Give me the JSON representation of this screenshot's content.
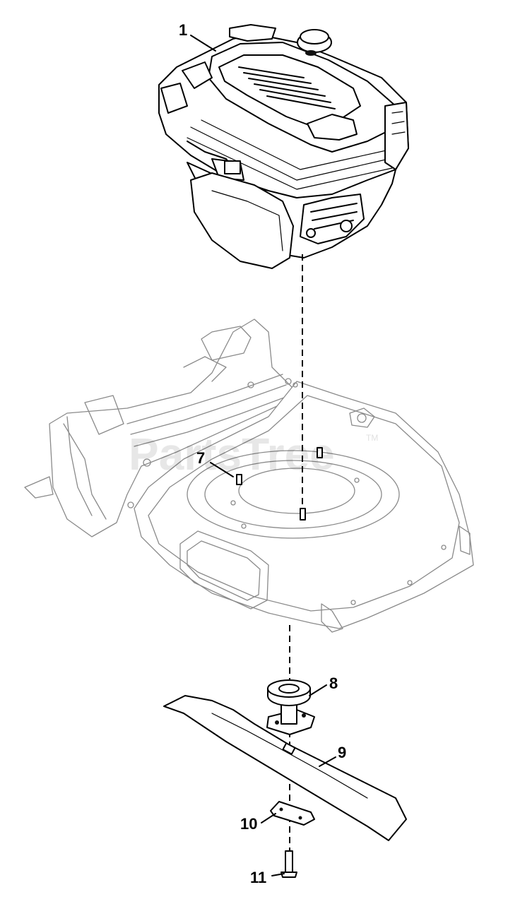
{
  "watermark": {
    "text": "PartsTree",
    "trademark": "TM"
  },
  "callouts": {
    "engine": "1",
    "deck_stud": "7",
    "blade_adapter": "8",
    "blade": "9",
    "blade_stiffener": "10",
    "blade_bolt": "11"
  }
}
